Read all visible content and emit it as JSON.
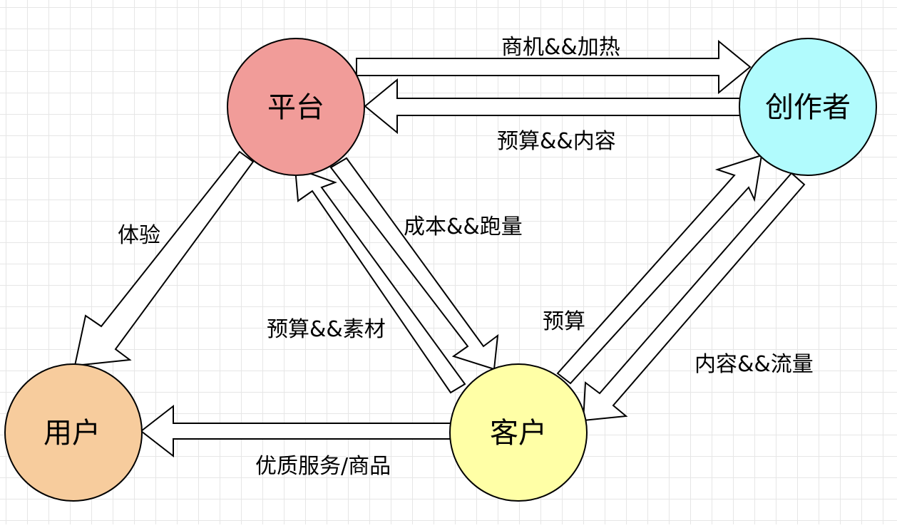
{
  "nodes": {
    "platform": {
      "label": "平台",
      "color": "#f19c99"
    },
    "creator": {
      "label": "创作者",
      "color": "#b1fbfd"
    },
    "user": {
      "label": "用户",
      "color": "#f7cc9d"
    },
    "client": {
      "label": "客户",
      "color": "#ffffa6"
    }
  },
  "edges": {
    "platform_to_creator": "商机&&加热",
    "creator_to_platform": "预算&&内容",
    "platform_to_user": "体验",
    "platform_to_client": "成本&&跑量",
    "client_to_platform": "预算&&素材",
    "client_to_creator": "预算",
    "creator_to_client": "内容&&流量",
    "client_to_user": "优质服务/商品"
  }
}
